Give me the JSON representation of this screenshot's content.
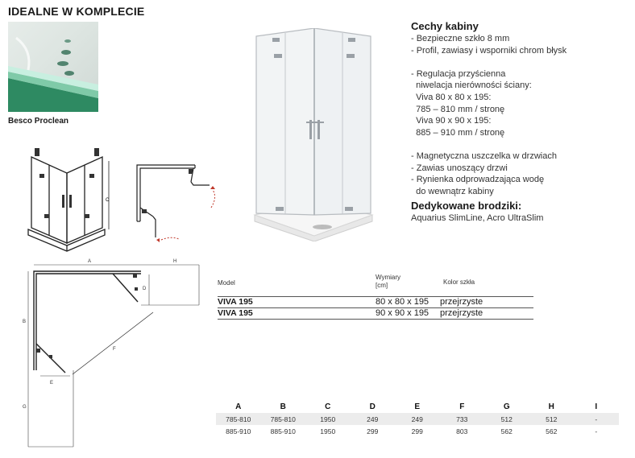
{
  "header": {
    "title": "IDEALNE W KOMPLECIE"
  },
  "proclean": {
    "caption": "Besco Proclean"
  },
  "features": {
    "title": "Cechy kabiny",
    "lines": [
      "- Bezpieczne szkło 8 mm",
      "- Profil, zawiasy i wsporniki chrom błysk",
      "",
      "- Regulacja przyścienna",
      "  niwelacja nierówności ściany:",
      "  Viva 80 x 80 x 195:",
      "  785 – 810 mm / stronę",
      "  Viva 90 x 90 x 195:",
      "  885 – 910 mm / stronę",
      "",
      "- Magnetyczna uszczelka w drzwiach",
      "- Zawias unoszący drzwi",
      "- Rynienka odprowadzająca wodę",
      "  do wewnątrz kabiny"
    ]
  },
  "trays": {
    "title": "Dedykowane brodziki:",
    "text": "Aquarius SlimLine, Acro UltraSlim"
  },
  "drawing_labels": {
    "a": "A",
    "b": "B",
    "c": "C",
    "d": "D",
    "e": "E",
    "f": "F",
    "g": "G",
    "h": "H"
  },
  "model_table": {
    "headers": {
      "model": "Model",
      "dims_1": "Wymiary",
      "dims_2": "[cm]",
      "glass": "Kolor szkła"
    },
    "rows": [
      {
        "model": "VIVA 195",
        "dims": "80 x 80 x 195",
        "glass": "przejrzyste"
      },
      {
        "model": "VIVA 195",
        "dims": "90 x 90 x 195",
        "glass": "przejrzyste"
      }
    ]
  },
  "dim_table": {
    "headers": [
      "A",
      "B",
      "C",
      "D",
      "E",
      "F",
      "G",
      "H",
      "I"
    ],
    "rows": [
      [
        "785-810",
        "785-810",
        "1950",
        "249",
        "249",
        "733",
        "512",
        "512",
        "-"
      ],
      [
        "885-910",
        "885-910",
        "1950",
        "299",
        "299",
        "803",
        "562",
        "562",
        "-"
      ]
    ]
  }
}
